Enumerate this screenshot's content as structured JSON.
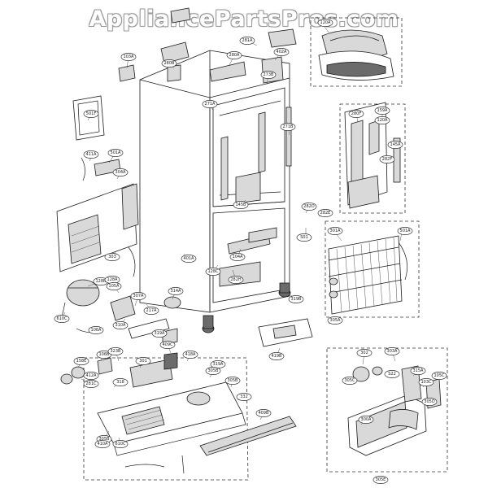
{
  "watermark": "AppliancePartsPros.com",
  "labels": [
    "103A",
    "280B",
    "280A",
    "281A",
    "402A",
    "120A",
    "280F",
    "159A",
    "501F",
    "271A",
    "273B",
    "271B",
    "145A",
    "120A",
    "282F",
    "411A",
    "501A",
    "304A",
    "145B",
    "282D",
    "282E",
    "S01",
    "301A",
    "501A",
    "303",
    "401A",
    "104A",
    "282H",
    "128C",
    "128B",
    "128A",
    "105A",
    "314A",
    "307A",
    "217A",
    "310A",
    "610C",
    "106A",
    "319A",
    "319B",
    "305A",
    "419B",
    "106B",
    "418A",
    "409C",
    "158E",
    "412A",
    "281C",
    "319A",
    "323B",
    "301",
    "305B",
    "318",
    "305B",
    "332",
    "409B",
    "305B",
    "410A",
    "610C",
    "302",
    "303A",
    "S22",
    "315A",
    "103C",
    "305D",
    "300A",
    "305C",
    "105C",
    "305E"
  ]
}
